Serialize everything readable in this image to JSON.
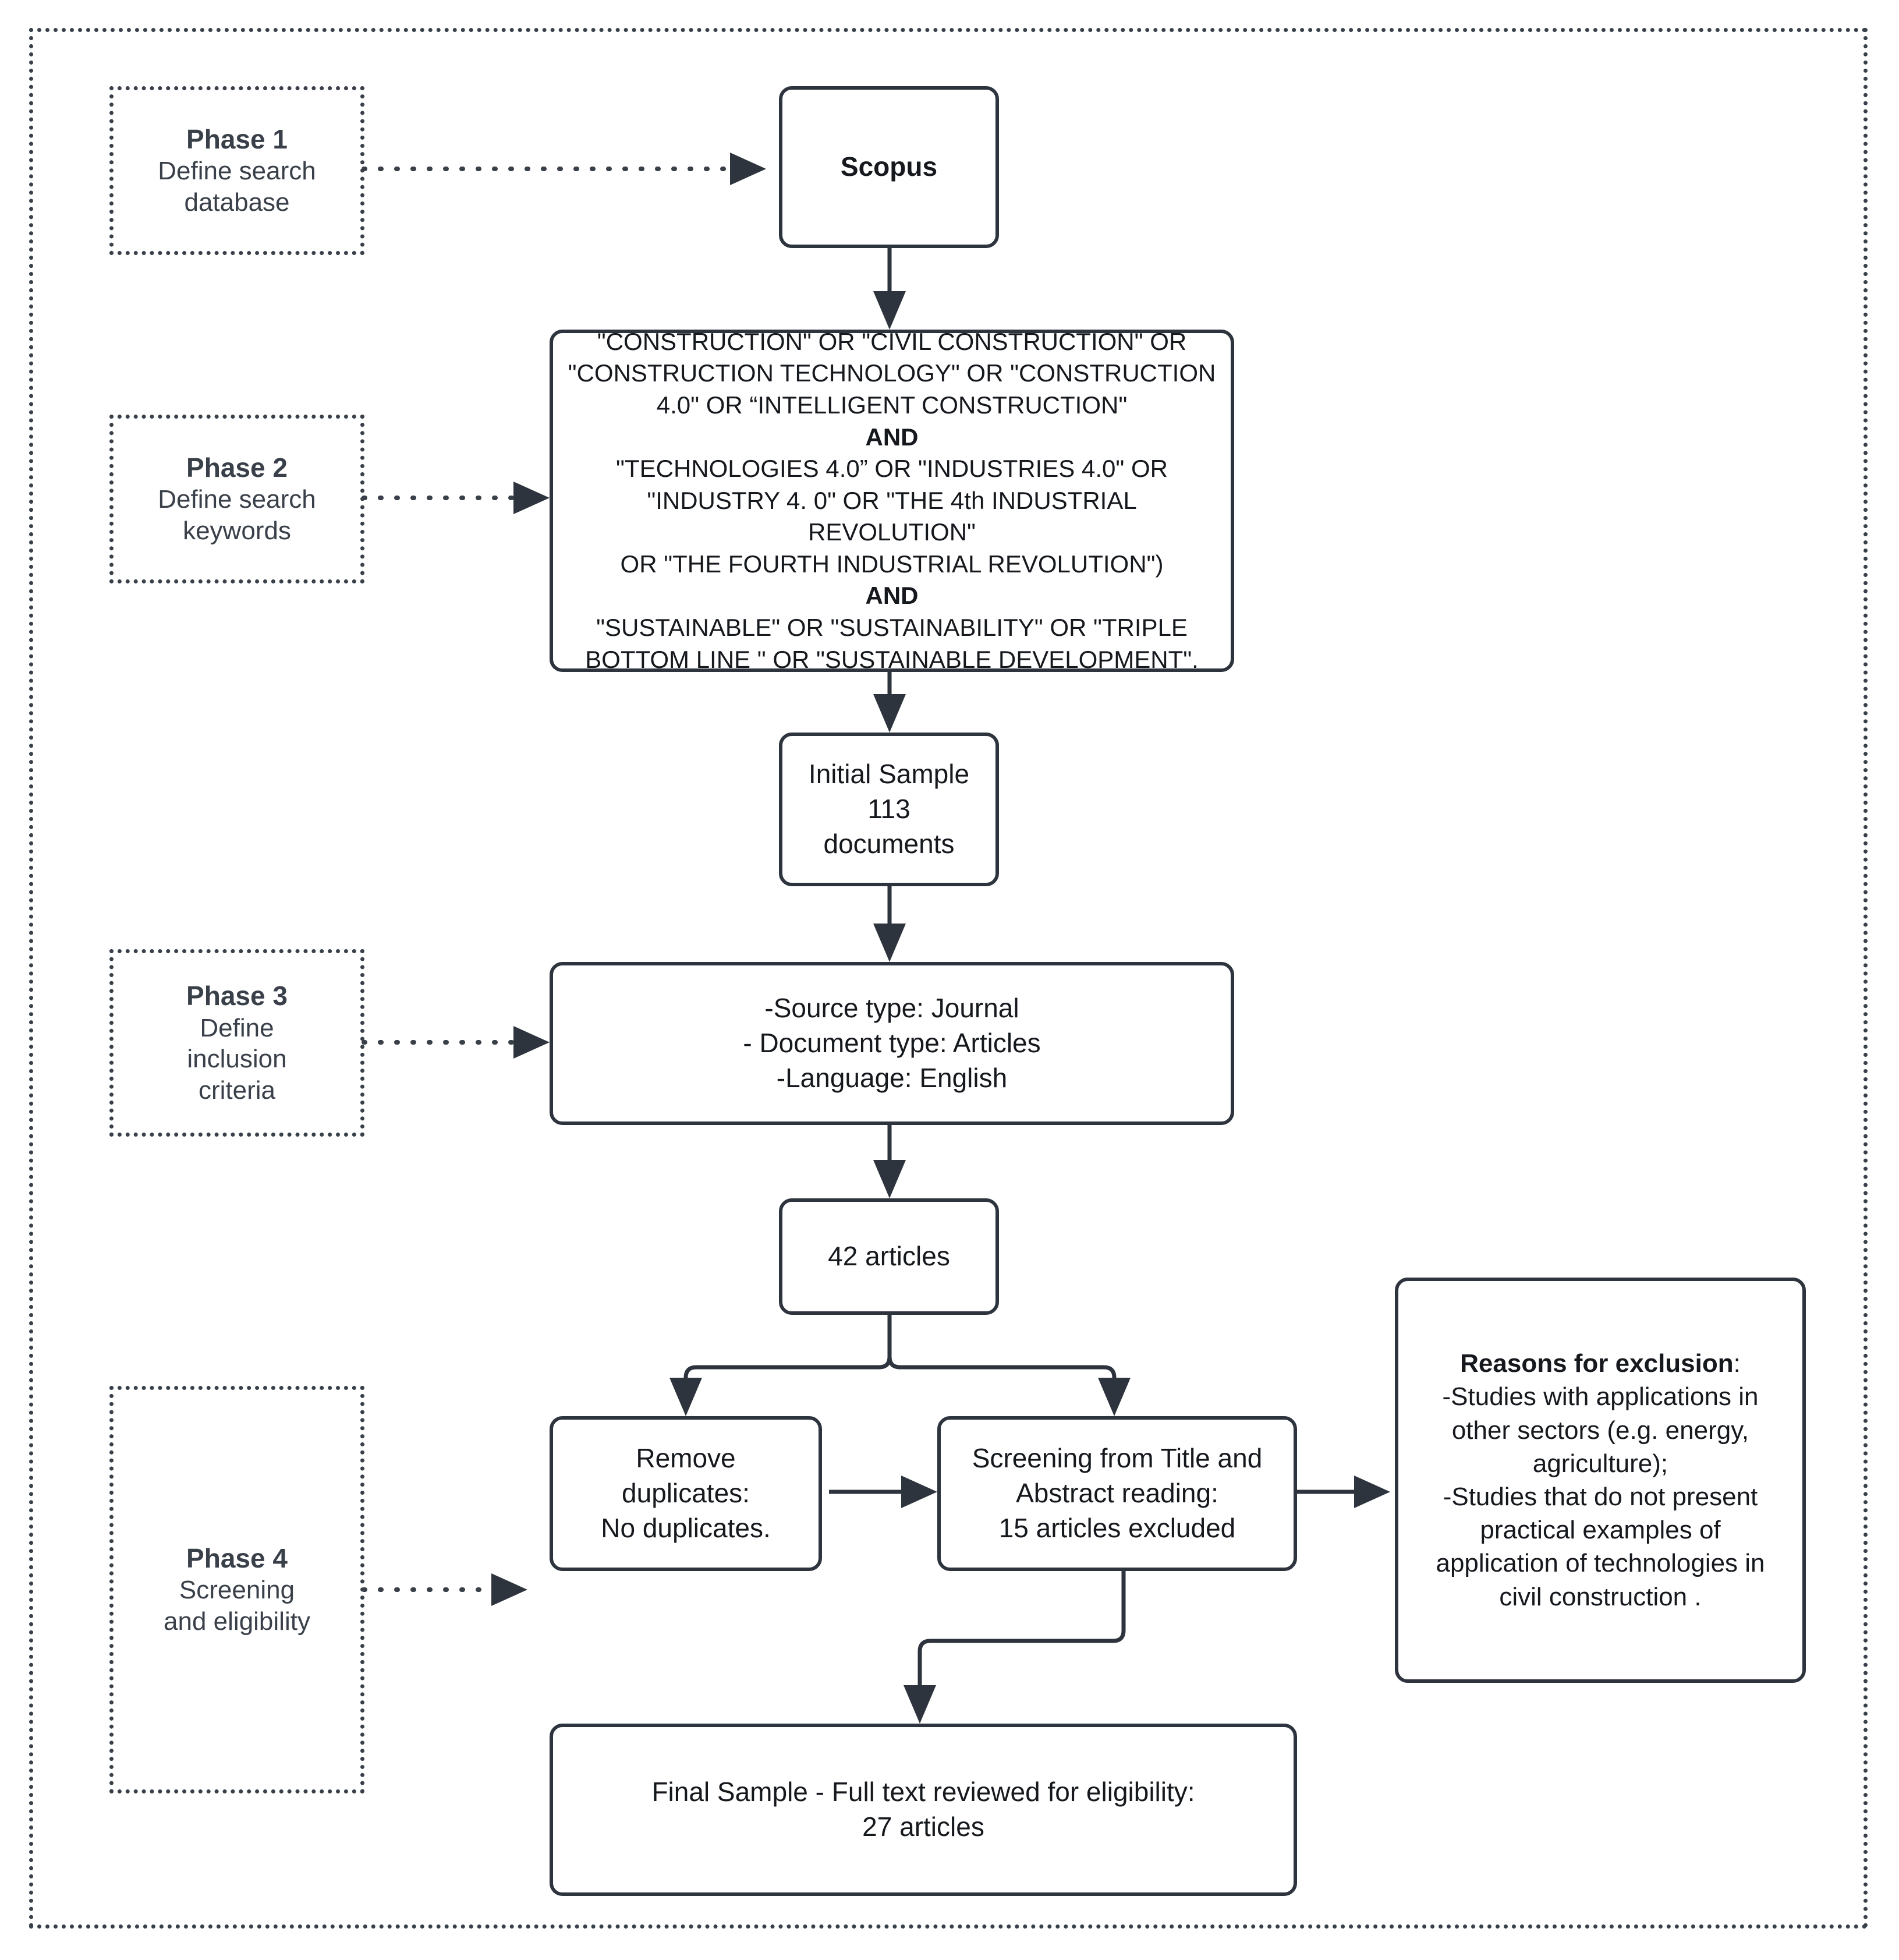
{
  "diagram": {
    "title": "Systematic literature review search protocol flowchart",
    "accent_color": "#2e343d",
    "border_color": "#3a4049"
  },
  "phases": [
    {
      "id": "phase-1",
      "title": "Phase 1",
      "subtitle_lines": [
        "Define search",
        "database"
      ]
    },
    {
      "id": "phase-2",
      "title": "Phase 2",
      "subtitle_lines": [
        "Define search",
        "keywords"
      ]
    },
    {
      "id": "phase-3",
      "title": "Phase 3",
      "subtitle_lines": [
        "Define",
        "inclusion",
        "criteria"
      ]
    },
    {
      "id": "phase-4",
      "title": "Phase 4",
      "subtitle_lines": [
        "Screening",
        "and eligibility"
      ]
    }
  ],
  "nodes": {
    "database": {
      "label": "Scopus"
    },
    "query": {
      "lines": [
        "\"CONSTRUCTION\" OR \"CIVIL CONSTRUCTION\" OR",
        "\"CONSTRUCTION TECHNOLOGY\" OR \"CONSTRUCTION",
        "4.0\" OR “INTELLIGENT CONSTRUCTION\"",
        "AND",
        "\"TECHNOLOGIES 4.0” OR \"INDUSTRIES 4.0\" OR",
        "\"INDUSTRY 4. 0\" OR \"THE 4th INDUSTRIAL REVOLUTION\"",
        "OR \"THE FOURTH INDUSTRIAL REVOLUTION\")",
        "AND",
        "\"SUSTAINABLE\" OR \"SUSTAINABILITY\" OR \"TRIPLE",
        "BOTTOM LINE \" OR \"SUSTAINABLE DEVELOPMENT\"."
      ],
      "bold_line_indexes": [
        3,
        7
      ]
    },
    "initial_sample": {
      "lines": [
        "Initial Sample",
        "113",
        "documents"
      ]
    },
    "inclusion_criteria": {
      "lines": [
        "-Source type: Journal",
        "- Document type: Articles",
        "-Language: English"
      ]
    },
    "articles_after_criteria": {
      "lines": [
        "42 articles"
      ]
    },
    "remove_duplicates": {
      "lines": [
        "Remove",
        "duplicates:",
        "No duplicates."
      ]
    },
    "screening": {
      "lines": [
        "Screening from Title and",
        "Abstract reading:",
        "15 articles excluded"
      ]
    },
    "exclusion_reasons": {
      "heading": "Reasons for exclusion",
      "heading_suffix": ":",
      "lines": [
        "-Studies with applications in",
        "other sectors (e.g. energy,",
        "agriculture);",
        "-Studies that do not present",
        "practical examples of",
        "application of technologies in",
        "civil construction ."
      ]
    },
    "final_sample": {
      "lines": [
        "Final Sample - Full text reviewed for eligibility:",
        "27 articles"
      ]
    }
  }
}
